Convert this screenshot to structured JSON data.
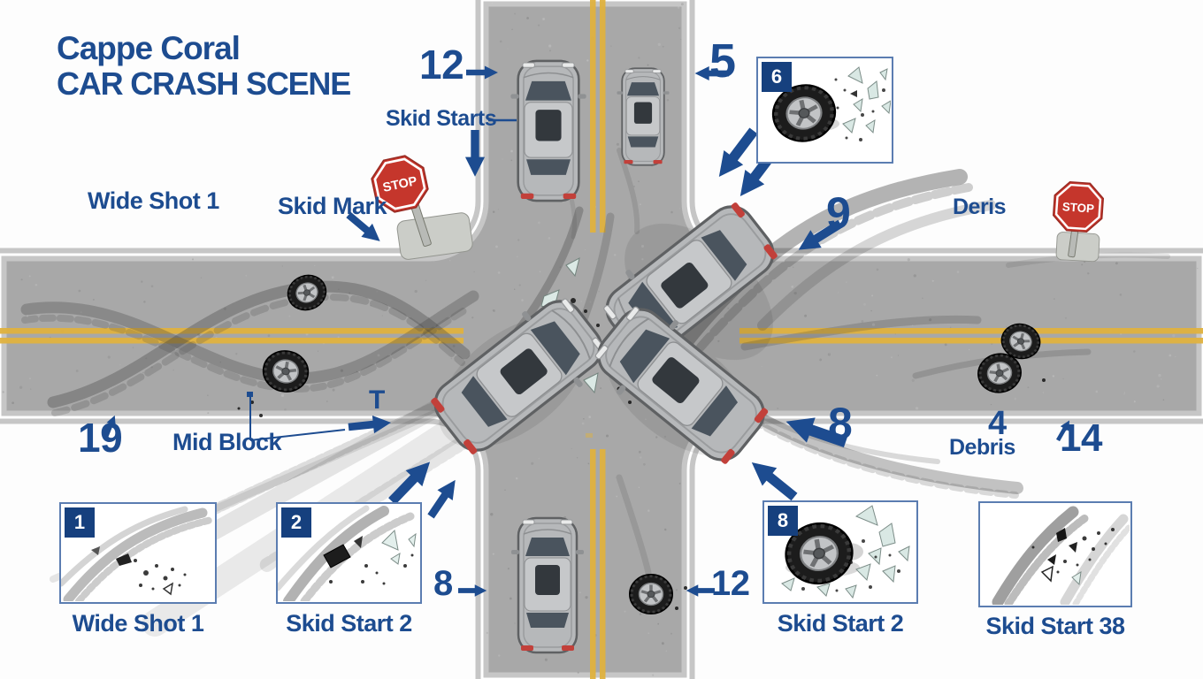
{
  "title": {
    "line1": "Cappe Coral",
    "line2": "CAR CRASH SCENE"
  },
  "stop_sign": {
    "text": "STOP"
  },
  "annotations": {
    "n12_top": "12",
    "skid_starts": "Skid Starts",
    "n5": "5",
    "n9": "9",
    "wide_shot": "Wide Shot 1",
    "skid_mark": "Skid Mark",
    "deris": "Deris",
    "n19": "19",
    "mid_block": "Mid Block",
    "t_marker": "T",
    "n8_right": "8",
    "debris": "Debris",
    "n4": "4",
    "n14": "14",
    "n8_bottom": "8",
    "n12_bottom": "12"
  },
  "insets": {
    "box1": {
      "badge": "1",
      "caption": "Wide Shot 1"
    },
    "box2": {
      "badge": "2",
      "caption": "Skid Start 2"
    },
    "box6": {
      "badge": "6"
    },
    "box8": {
      "badge": "8",
      "caption": "Skid Start 2"
    },
    "box38": {
      "caption": "Skid Start 38"
    }
  },
  "colors": {
    "accent": "#1d4c90",
    "badge_bg": "#16407e",
    "stop_red": "#c5362c",
    "road_gray": "#a8a8a8",
    "lane_yellow": "#e0b23f"
  }
}
